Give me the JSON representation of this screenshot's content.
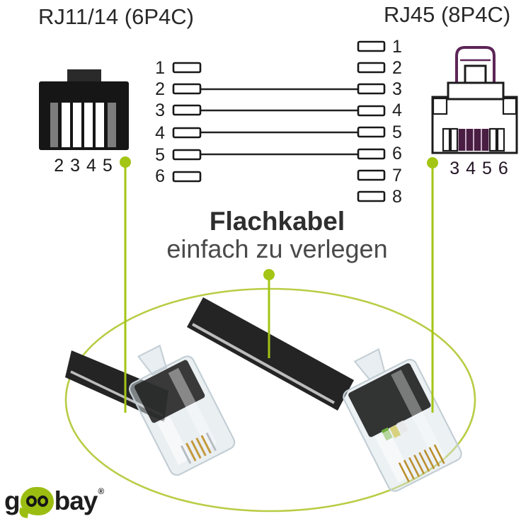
{
  "header": {
    "left_title": "RJ11/14 (6P4C)",
    "right_title": "RJ45 (8P4C)"
  },
  "pinout": {
    "left_pins": [
      "1",
      "2",
      "3",
      "4",
      "5",
      "6"
    ],
    "right_pins": [
      "1",
      "2",
      "3",
      "4",
      "5",
      "6",
      "7",
      "8"
    ],
    "connections": [
      {
        "left_pin": "2",
        "right_pin": "3"
      },
      {
        "left_pin": "3",
        "right_pin": "4"
      },
      {
        "left_pin": "4",
        "right_pin": "5"
      },
      {
        "left_pin": "5",
        "right_pin": "6"
      }
    ],
    "left_connector_label": "2 3 4 5",
    "right_connector_label": "3 4 5 6"
  },
  "caption": {
    "title": "Flachkabel",
    "subtitle": "einfach zu verlegen"
  },
  "brand": {
    "full_name": "goobay",
    "prefix": "g",
    "middle": "oo",
    "suffix": "bay",
    "trademark": "®"
  },
  "colors": {
    "accent_green": "#a3c514",
    "ellipse_green": "#b9cc44",
    "latch_purple": "#5d2557",
    "pin_purple": "#4a1e43",
    "pin_lavender": "#c9adc8",
    "connector_black": "#161616",
    "cable_black": "#242424",
    "unused_pin_gray": "#7d7d7d",
    "logo_green": "#9bbd11"
  }
}
